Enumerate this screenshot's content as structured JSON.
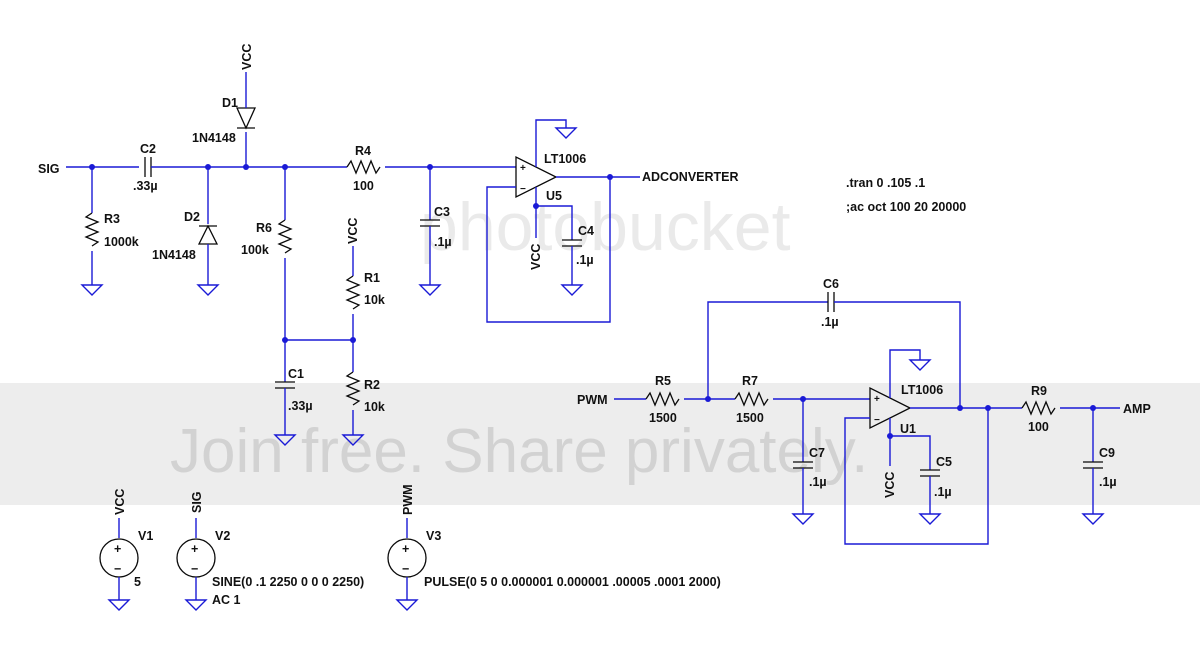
{
  "watermark": {
    "brand": "photobucket",
    "banner": "Join free. Share privately."
  },
  "directives": {
    "tran": ".tran 0 .105 .1",
    "ac": ";ac oct 100 20 20000"
  },
  "nets": {
    "vcc": "VCC",
    "sig": "SIG",
    "pwm": "PWM",
    "adc": "ADCONVERTER",
    "amp": "AMP"
  },
  "components": {
    "D1": {
      "ref": "D1",
      "value": "1N4148"
    },
    "D2": {
      "ref": "D2",
      "value": "1N4148"
    },
    "C2": {
      "ref": "C2",
      "value": ".33µ"
    },
    "R3": {
      "ref": "R3",
      "value": "1000k"
    },
    "R6": {
      "ref": "R6",
      "value": "100k"
    },
    "R4": {
      "ref": "R4",
      "value": "100"
    },
    "C3": {
      "ref": "C3",
      "value": ".1µ"
    },
    "R1": {
      "ref": "R1",
      "value": "10k"
    },
    "R2": {
      "ref": "R2",
      "value": "10k"
    },
    "C1": {
      "ref": "C1",
      "value": ".33µ"
    },
    "U5": {
      "ref": "U5",
      "value": "LT1006"
    },
    "C4": {
      "ref": "C4",
      "value": ".1µ"
    },
    "C6": {
      "ref": "C6",
      "value": ".1µ"
    },
    "R5": {
      "ref": "R5",
      "value": "1500"
    },
    "R7": {
      "ref": "R7",
      "value": "1500"
    },
    "U1": {
      "ref": "U1",
      "value": "LT1006"
    },
    "C7": {
      "ref": "C7",
      "value": ".1µ"
    },
    "C5": {
      "ref": "C5",
      "value": ".1µ"
    },
    "R9": {
      "ref": "R9",
      "value": "100"
    },
    "C9": {
      "ref": "C9",
      "value": ".1µ"
    },
    "V1": {
      "ref": "V1",
      "value": "5"
    },
    "V2": {
      "ref": "V2",
      "value": "SINE(0 .1 2250 0 0 0 2250)",
      "value2": "AC 1"
    },
    "V3": {
      "ref": "V3",
      "value": "PULSE(0 5 0 0.000001 0.000001 .00005 .0001 2000)"
    }
  },
  "opamp": {
    "plus": "+",
    "minus": "−"
  },
  "colors": {
    "wire": "#1a1ad6",
    "component": "#0a0a0a",
    "background": "#ffffff"
  }
}
